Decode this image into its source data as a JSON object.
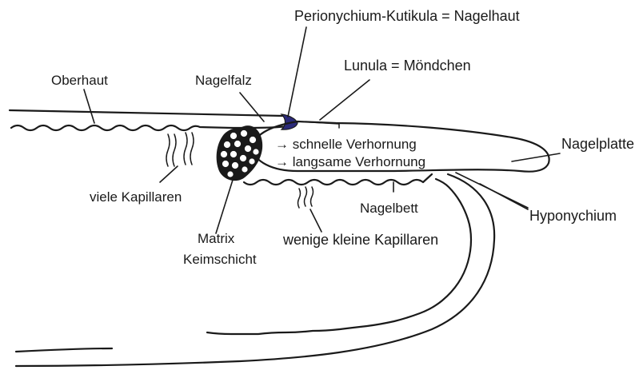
{
  "labels": {
    "perionychium": "Perionychium-Kutikula = Nagelhaut",
    "lunula": "Lunula = Möndchen",
    "oberhaut": "Oberhaut",
    "nagelfalz": "Nagelfalz",
    "schnelle": "→ schnelle Verhornung",
    "langsame": "→ langsame Verhornung",
    "nagelplatte": "Nagelplatte",
    "viele_kapillaren": "viele Kapillaren",
    "nagelbett": "Nagelbett",
    "hyponychium": "Hyponychium",
    "matrix": "Matrix",
    "keimschicht": "Keimschicht",
    "wenige_kapillaren": "wenige kleine Kapillaren"
  },
  "colors": {
    "ink": "#1a1a1a",
    "cuticle": "#2b2a7a",
    "background": "#ffffff"
  }
}
